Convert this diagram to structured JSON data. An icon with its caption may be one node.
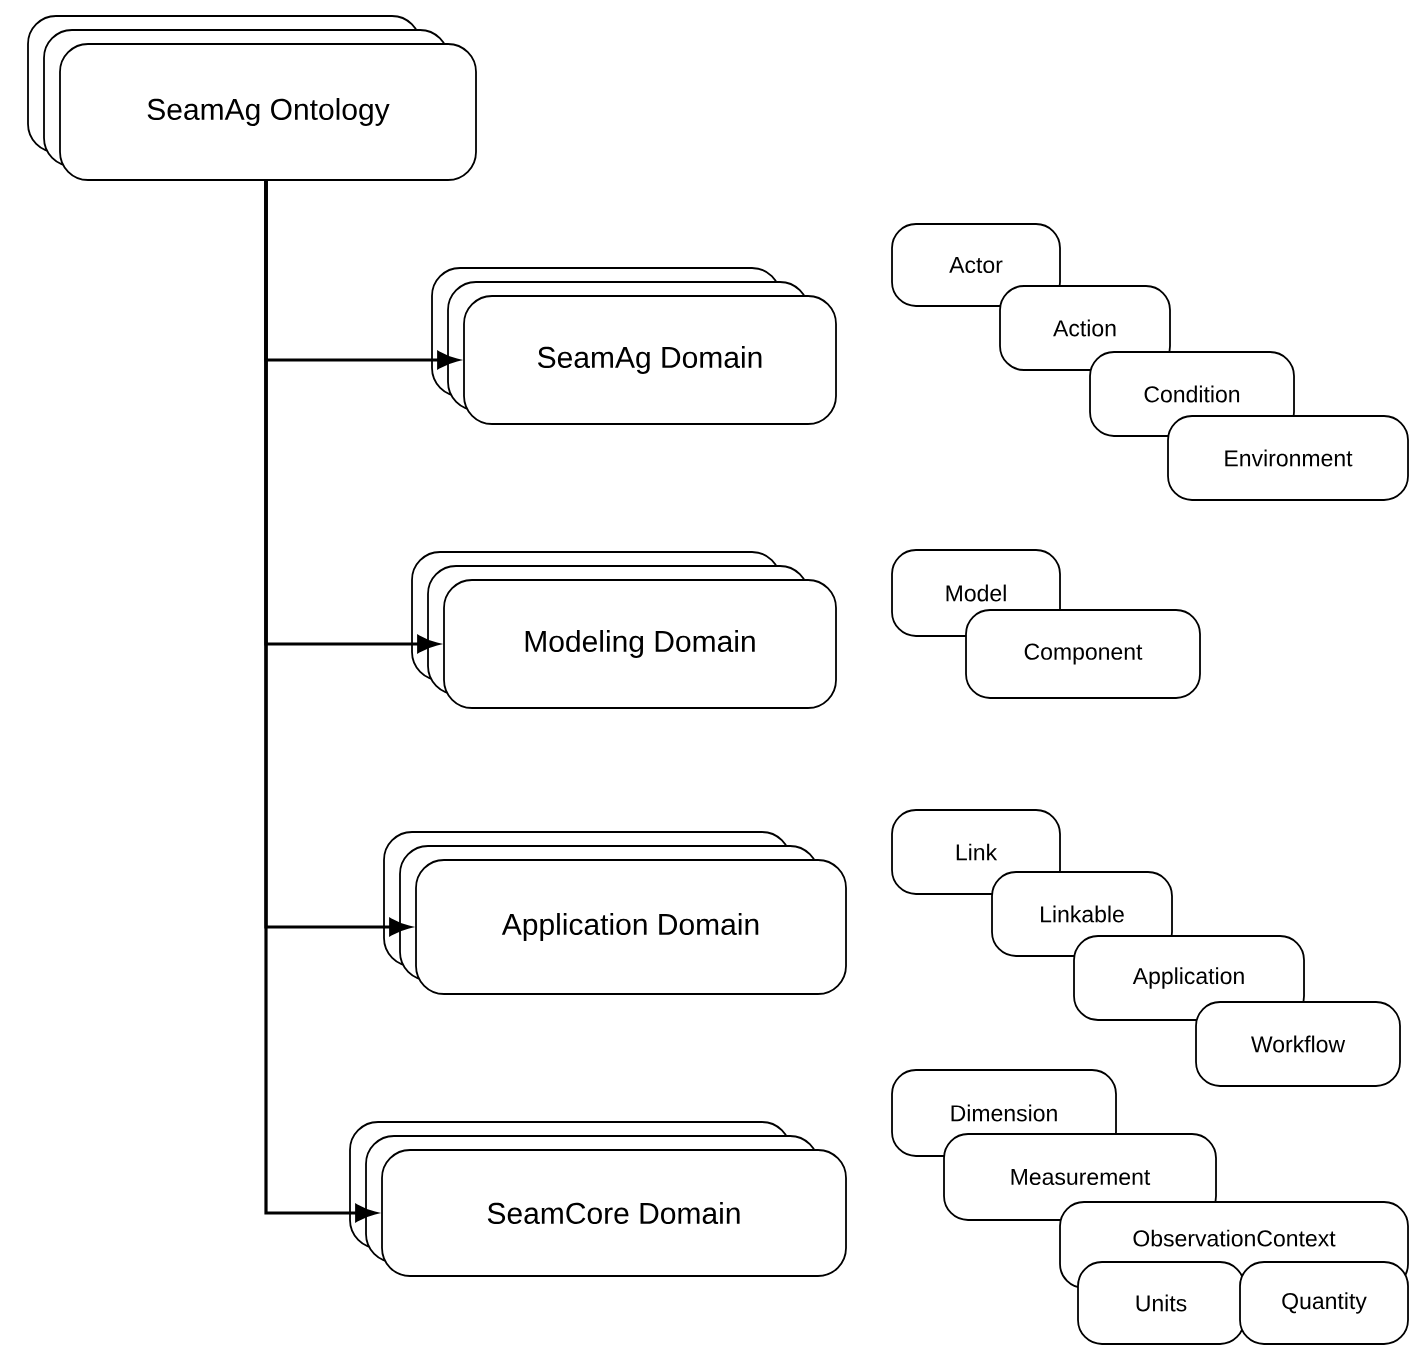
{
  "diagram": {
    "nodes": [
      {
        "text": [
          "SeamAg Ontology"
        ]
      },
      {
        "text": [
          "SeamAg Domain"
        ]
      },
      {
        "text": [
          "Modeling Domain"
        ]
      },
      {
        "text": [
          "Application Domain"
        ]
      },
      {
        "text": [
          "SeamCore Domain"
        ]
      },
      {
        "text": [
          "Actor"
        ]
      },
      {
        "text": [
          "Action"
        ]
      },
      {
        "text": [
          "Condition"
        ]
      },
      {
        "text": [
          "Environment"
        ]
      },
      {
        "text": [
          "Model"
        ]
      },
      {
        "text": [
          "Component"
        ]
      },
      {
        "text": [
          "Link"
        ]
      },
      {
        "text": [
          "Linkable"
        ]
      },
      {
        "text": [
          "Application"
        ]
      },
      {
        "text": [
          "Workflow"
        ]
      },
      {
        "text": [
          "Dimension"
        ]
      },
      {
        "text": [
          "Measurement"
        ]
      },
      {
        "text": [
          "ObservationContext"
        ]
      },
      {
        "text": [
          "Units"
        ]
      },
      {
        "text": [
          "Quantity"
        ]
      }
    ],
    "edges": [
      {
        "from": 0,
        "to": 1,
        "arrow": "to"
      },
      {
        "from": 0,
        "to": 2,
        "arrow": "to"
      },
      {
        "from": 0,
        "to": 3,
        "arrow": "to"
      },
      {
        "from": 0,
        "to": 4,
        "arrow": "to"
      }
    ]
  }
}
